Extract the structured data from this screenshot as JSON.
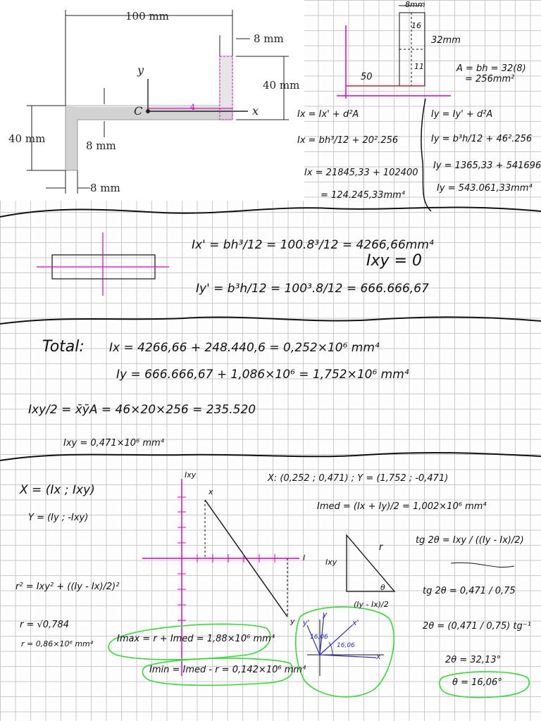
{
  "figure": {
    "dim_width": "100 mm",
    "dim_flange": "8 mm",
    "dim_height_right": "40 mm",
    "dim_height_left": "40 mm",
    "dim_web_thickness": "8 mm",
    "dim_bottom_thickness": "8 mm",
    "axis_y": "y",
    "axis_x": "x",
    "centroid": "C",
    "mark_4": "4"
  },
  "section1": {
    "top_dim": "8mm",
    "w16": "16",
    "w11": "11",
    "w32": "32mm",
    "w50": "50",
    "area_1": "A = bh = 32(8)",
    "area_2": "= 256mm²",
    "ix_1": "Ix = Ix' + d²A",
    "ix_2": "Ix = bh³/12 + 20².256",
    "ix_3": "Ix = 21845,33 + 102400",
    "ix_4": "= 124.245,33mm⁴",
    "iy_1": "Iy = Iy' + d²A",
    "iy_2": "Iy = b³h/12 + 46².256",
    "iy_3": "Iy = 1365,33 + 541696",
    "iy_4": "Iy = 543.061,33mm⁴"
  },
  "section2": {
    "ix_prime": "Ix' = bh³/12 = 100.8³/12 = 4266,66mm⁴",
    "iy_prime": "Iy' = b³h/12 = 100³.8/12 = 666.666,67",
    "ixy": "Ixy = 0"
  },
  "section3": {
    "total_label": "Total:",
    "ix_total": "Ix = 4266,66 + 248.440,6 = 0,252×10⁶ mm⁴",
    "iy_total": "Iy = 666.666,67 + 1,086×10⁶ = 1,752×10⁶ mm⁴",
    "ixy_half": "Ixy/2 = x̄ȳA = 46×20×256 = 235.520",
    "ixy_total": "Ixy = 0,471×10⁶ mm⁴"
  },
  "section4": {
    "X_def": "X = (Ix ; Ixy)",
    "Y_def": "Y = (Iy ; -Ixy)",
    "points": "X: (0,252 ; 0,471) ; Y = (1,752 ; -0,471)",
    "i_med": "Imed = (Ix + Iy)/2 = 1,002×10⁶ mm⁴",
    "axis_ixy": "Ixy",
    "axis_i": "I",
    "pt_x": "x",
    "pt_y": "y",
    "r_eq": "r² = Ixy² + ((Iy - Ix)/2)²",
    "r_sqrt": "r = √0,784",
    "r_val": "r = 0,86×10⁶ mm⁴",
    "tri_r": "r",
    "tri_ixy": "Ixy",
    "tri_theta": "θ",
    "tri_base": "(Iy - Ix)/2",
    "tg_eq": "tg 2θ = Ixy / ((Iy - Ix)/2)",
    "tg_val": "tg 2θ = 0,471 / 0,75",
    "two_theta_eq": "2θ = (0,471 / 0,75) tg⁻¹",
    "two_theta": "2θ = 32,13°",
    "theta": "θ = 16,06°",
    "i_max": "Imax = r + Imed = 1,88×10⁶ mm⁴",
    "i_min": "Imin = Imed - r = 0,142×10⁶ mm⁴",
    "rot_y": "y",
    "rot_y1": "y'",
    "rot_x1": "x'",
    "rot_x": "x",
    "rot_angle_a": "16,06",
    "rot_angle_b": "16,06"
  },
  "colors": {
    "ink": "#111111",
    "magenta": "#e000c8",
    "red": "#e0201a",
    "green": "#2ee02e",
    "blue": "#2b2bd6",
    "grid": "#c9c9c9"
  }
}
